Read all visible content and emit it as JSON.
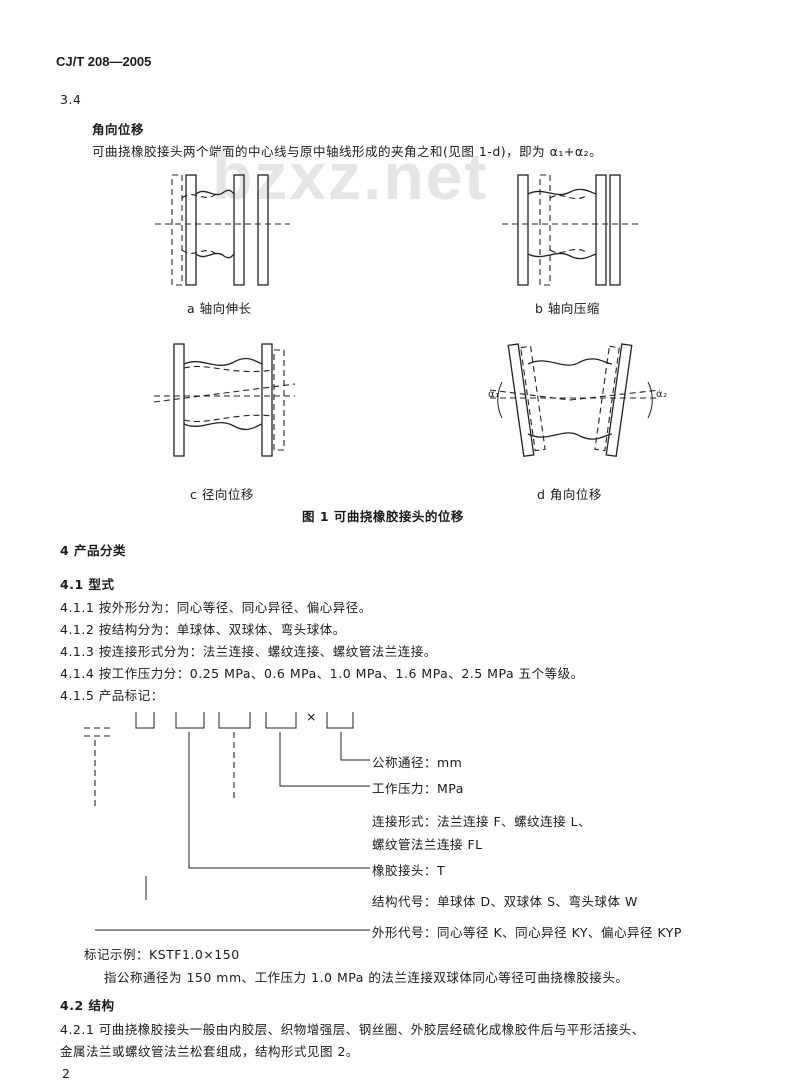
{
  "header": {
    "code": "CJ/T 208—2005"
  },
  "section_3_4": {
    "number": "3.4",
    "title": "角向位移",
    "body": "可曲挠橡胶接头两个端面的中心线与原中轴线形成的夹角之和(见图 1-d)，即为 α₁+α₂。"
  },
  "watermark": "bzxz.net",
  "figure1": {
    "label_a": "a  轴向伸长",
    "label_b": "b  轴向压缩",
    "label_c": "c  径向位移",
    "label_d": "d  角向位移",
    "alpha1": "α₁",
    "alpha2": "α₂",
    "caption": "图 1  可曲挠橡胶接头的位移"
  },
  "section_4": {
    "heading": "4  产品分类",
    "s4_1": "4.1  型式",
    "s4_1_1": "4.1.1  按外形分为：同心等径、同心异径、偏心异径。",
    "s4_1_2": "4.1.2  按结构分为：单球体、双球体、弯头球体。",
    "s4_1_3": "4.1.3  按连接形式分为：法兰连接、螺纹连接、螺纹管法兰连接。",
    "s4_1_4": "4.1.4  按工作压力分：0.25 MPa、0.6 MPa、1.0 MPa、1.6 MPa、2.5 MPa 五个等级。",
    "s4_1_5": "4.1.5  产品标记："
  },
  "marking": {
    "times": "×",
    "label_1": "公称通径：mm",
    "label_2": "工作压力：MPa",
    "label_3": "连接形式：法兰连接 F、螺纹连接 L、",
    "label_3b": "螺纹管法兰连接 FL",
    "label_4": "橡胶接头：T",
    "label_5": "结构代号：单球体 D、双球体 S、弯头球体 W",
    "label_6": "外形代号：同心等径 K、同心异径 KY、偏心异径 KYP",
    "example": "标记示例：KSTF1.0×150",
    "example_desc": "指公称通径为 150 mm、工作压力 1.0 MPa 的法兰连接双球体同心等径可曲挠橡胶接头。"
  },
  "section_4_2": {
    "heading": "4.2  结构",
    "s4_2_1": "4.2.1  可曲挠橡胶接头一般由内胶层、织物增强层、钢丝圈、外胶层经硫化成橡胶件后与平形活接头、",
    "s4_2_1b": "金属法兰或螺纹管法兰松套组成，结构形式见图 2。"
  },
  "footer": {
    "page": "2"
  }
}
